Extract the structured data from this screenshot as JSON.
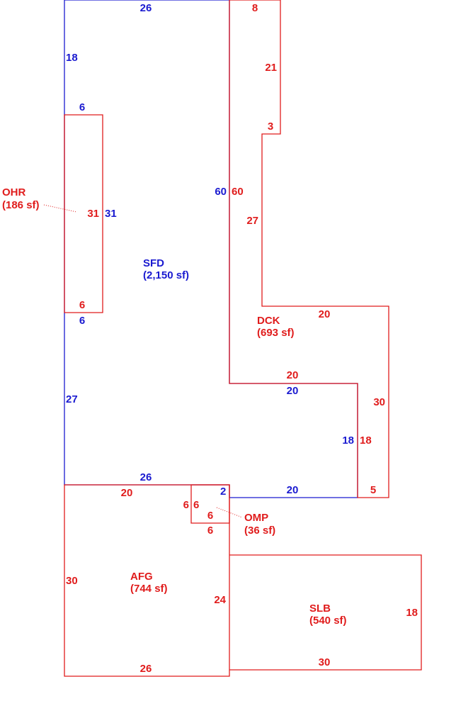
{
  "colors": {
    "main": "#1a1ad0",
    "addition": "#e01c1c",
    "background": "#ffffff"
  },
  "areas": {
    "sfd": {
      "name": "SFD",
      "size": "(2,150 sf)"
    },
    "ohr": {
      "name": "OHR",
      "size": "(186 sf)"
    },
    "dck": {
      "name": "DCK",
      "size": "(693 sf)"
    },
    "omp": {
      "name": "OMP",
      "size": "(36 sf)"
    },
    "afg": {
      "name": "AFG",
      "size": "(744 sf)"
    },
    "slb": {
      "name": "SLB",
      "size": "(540 sf)"
    }
  },
  "dimensions": {
    "sfd": {
      "top": "26",
      "left_upper": "18",
      "ohr_top_step": "6",
      "ohr_side": "31",
      "ohr_bottom_step": "6",
      "left_lower": "27",
      "bottom": "26",
      "omp_step": "2",
      "right_lower": "20",
      "right_upper": "60",
      "notch_top": "20",
      "notch_side": "18"
    },
    "ohr": {
      "top": "6",
      "side": "31",
      "bottom": "6"
    },
    "dck": {
      "top": "8",
      "right_upper": "21",
      "step": "3",
      "left_middle": "27",
      "shelf": "20",
      "left_long": "60",
      "right_lower": "30",
      "inner_bottom": "20",
      "inner_side": "18",
      "bottom": "5"
    },
    "omp": {
      "left": "6",
      "top": "6",
      "bottom": "6"
    },
    "afg": {
      "top": "20",
      "omp_side": "6",
      "left": "30",
      "right": "24",
      "bottom": "26"
    },
    "slb": {
      "right": "18",
      "bottom": "30"
    }
  }
}
